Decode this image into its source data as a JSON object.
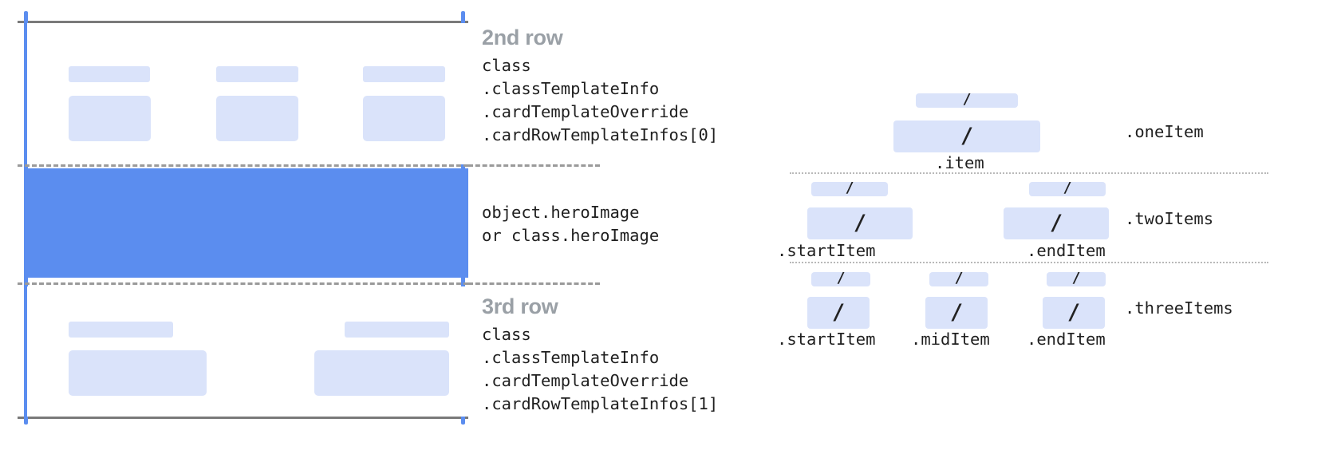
{
  "diagram": {
    "left_panel": {
      "rows": [
        {
          "id": "second-row",
          "title": "2nd row",
          "code_lines": [
            "class",
            ".classTemplateInfo",
            ".cardTemplateOverride",
            ".cardRowTemplateInfos[0]"
          ],
          "cells": 3
        },
        {
          "id": "hero-row",
          "title": "",
          "code_lines": [
            "object.heroImage",
            "or class.heroImage"
          ],
          "cells": 0
        },
        {
          "id": "third-row",
          "title": "3rd row",
          "code_lines": [
            "class",
            ".classTemplateInfo",
            ".cardTemplateOverride",
            ".cardRowTemplateInfos[1]"
          ],
          "cells": 2
        }
      ]
    },
    "right_panel": {
      "groups": [
        {
          "id": "one-item",
          "right_label": ".oneItem",
          "items": [
            {
              "label": ".item",
              "glyph": "/"
            }
          ]
        },
        {
          "id": "two-items",
          "right_label": ".twoItems",
          "items": [
            {
              "label": ".startItem",
              "glyph": "/"
            },
            {
              "label": ".endItem",
              "glyph": "/"
            }
          ]
        },
        {
          "id": "three-items",
          "right_label": ".threeItems",
          "items": [
            {
              "label": ".startItem",
              "glyph": "/"
            },
            {
              "label": ".midItem",
              "glyph": "/"
            },
            {
              "label": ".endItem",
              "glyph": "/"
            }
          ]
        }
      ]
    },
    "colors": {
      "accent_blue": "#5b8def",
      "skeleton_blue": "#dae3fa",
      "title_gray": "#9aa0a6",
      "rule_gray": "#7a7a7a",
      "dash_gray": "#9a9a9a",
      "text_black": "#1f1f1f"
    }
  }
}
